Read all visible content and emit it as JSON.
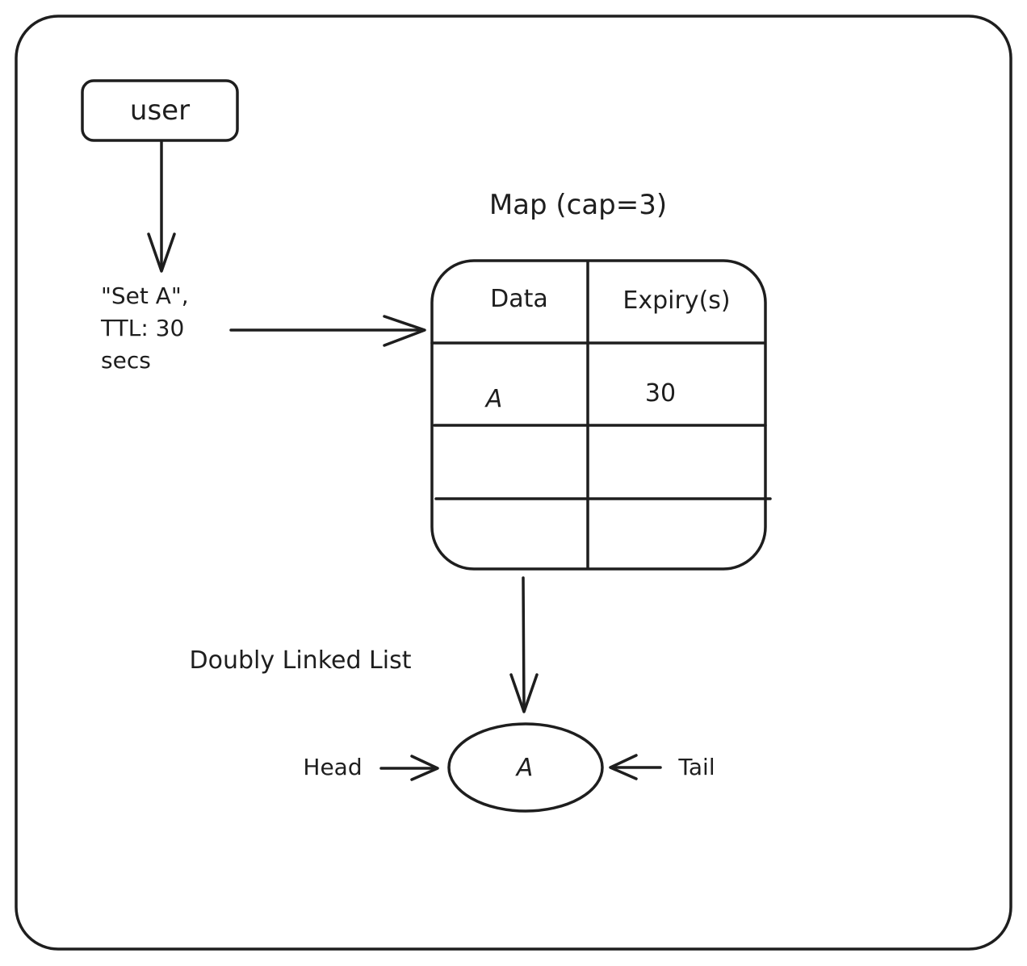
{
  "user_box": {
    "label": "user"
  },
  "request": {
    "line1": "\"Set A\",",
    "line2": "TTL: 30",
    "line3": "secs"
  },
  "map": {
    "title": "Map (cap=3)",
    "headers": [
      "Data",
      "Expiry(s)"
    ],
    "rows": [
      [
        "A",
        "30"
      ],
      [
        "",
        ""
      ],
      [
        "",
        ""
      ]
    ]
  },
  "linked_list": {
    "title": "Doubly Linked List",
    "node_label": "A",
    "head_label": "Head",
    "tail_label": "Tail"
  },
  "colors": {
    "stroke": "#1e1e1e",
    "background": "#ffffff"
  }
}
